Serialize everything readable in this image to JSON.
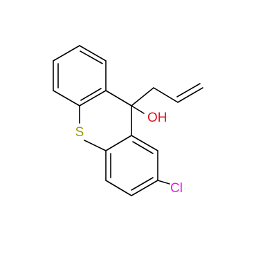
{
  "molecule": {
    "atoms": {
      "sulfur": {
        "label": "S",
        "color": "#9c9c00"
      },
      "hydroxyl": {
        "label": "OH",
        "color": "#e0141e"
      },
      "chlorine": {
        "label": "Cl",
        "color": "#e020e0"
      }
    },
    "bond_color": "#000000"
  }
}
